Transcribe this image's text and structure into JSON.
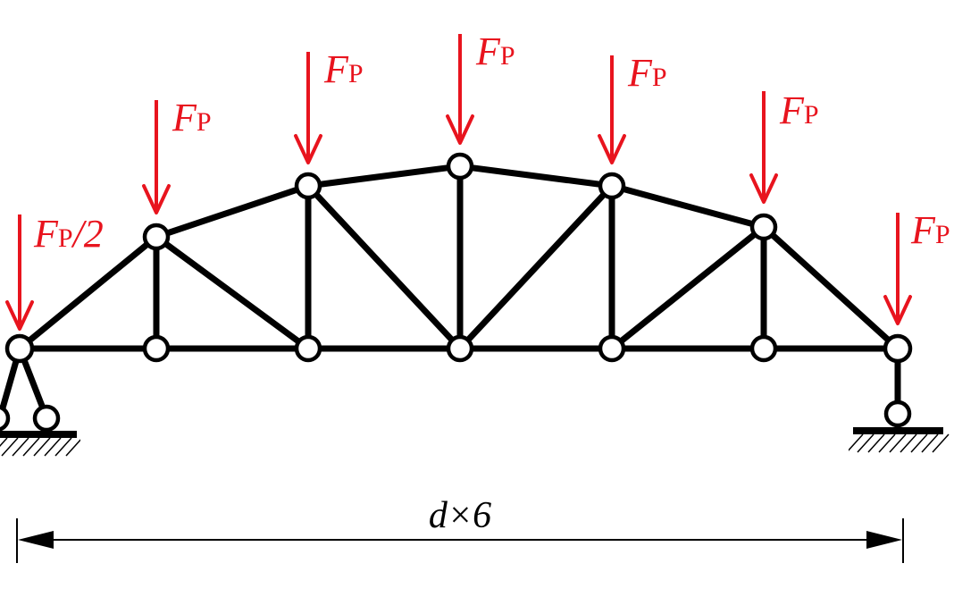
{
  "colors": {
    "structure": "#000000",
    "load": "#e8141e",
    "background": "#ffffff"
  },
  "loads": {
    "symbol": "F",
    "subscript": "P",
    "end_suffix": "/2"
  },
  "dimension": {
    "label": "d×6"
  }
}
